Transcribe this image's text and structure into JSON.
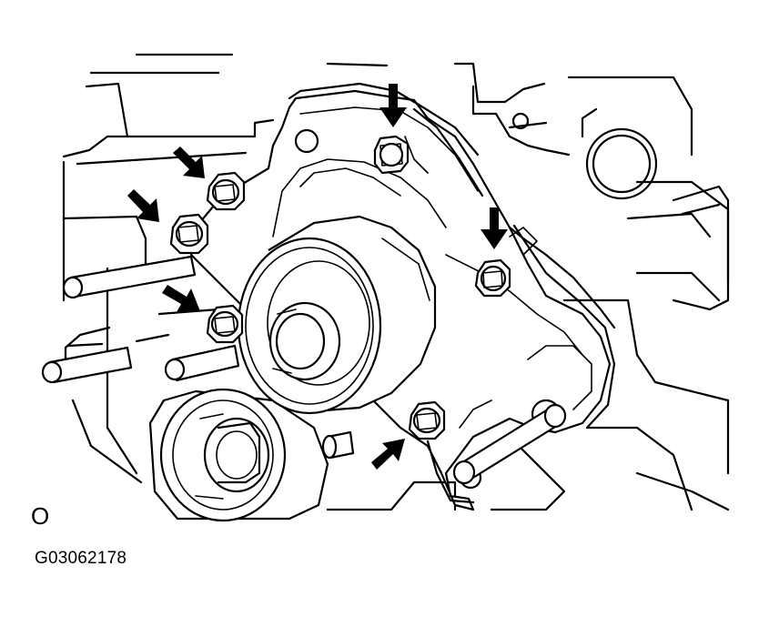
{
  "diagram": {
    "view_marker": "O",
    "figure_code": "G03062178",
    "colors": {
      "line": "#000000",
      "background": "#ffffff"
    },
    "components": [
      {
        "name": "idler-pulley",
        "icon": "pulley-icon"
      },
      {
        "name": "lower-idler-pulley",
        "icon": "pulley-icon"
      },
      {
        "name": "water-pump-housing",
        "icon": "pump-housing-icon"
      },
      {
        "name": "mounting-bolts",
        "count": 6,
        "icon": "bolt-icon"
      },
      {
        "name": "callout-arrows",
        "count": 6,
        "icon": "arrow-icon"
      },
      {
        "name": "dowel-pins",
        "count": 3,
        "icon": "pin-icon"
      }
    ]
  }
}
